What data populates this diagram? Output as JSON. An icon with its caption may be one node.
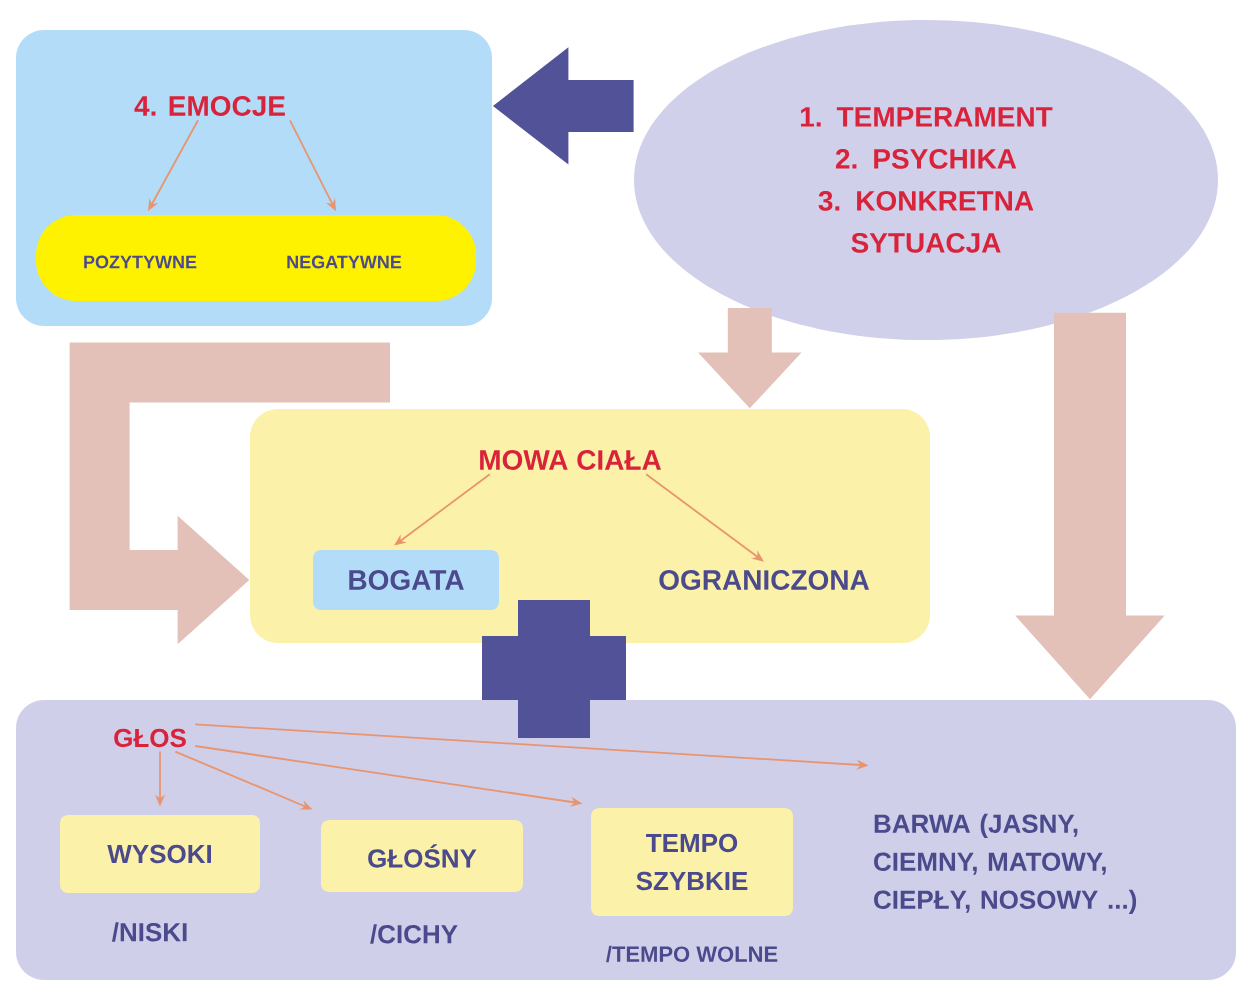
{
  "diagram": {
    "nodes": [
      {
        "text": [],
        "shape": "box"
      },
      {
        "text": [
          "4. EMOCJE"
        ],
        "in": 0
      },
      {
        "text": [],
        "shape": "bar",
        "in": 0
      },
      {
        "text": [
          "POZYTYWNE"
        ],
        "in": 2
      },
      {
        "text": [
          "NEGATYWNE"
        ],
        "in": 2
      },
      {
        "text": [
          "1. TEMPERAMENT",
          "2. PSYCHIKA",
          "3. KONKRETNA SYTUACJA"
        ]
      },
      {
        "text": [],
        "shape": "box"
      },
      {
        "text": [
          "MOWA CIAŁA"
        ],
        "in": 6
      },
      {
        "text": [
          "BOGATA"
        ],
        "in": 6
      },
      {
        "text": [
          "OGRANICZONA"
        ],
        "in": 6
      },
      {
        "text": [],
        "shape": "box"
      },
      {
        "text": [
          "GŁOS"
        ],
        "in": 10
      },
      {
        "text": [
          "WYSOKI"
        ],
        "in": 10,
        "beside": [
          "/NISKI"
        ]
      },
      {
        "text": [
          "GŁOŚNY"
        ],
        "in": 10,
        "beside": [
          "/CICHY"
        ]
      },
      {
        "text": [
          "TEMPO SZYBKIE"
        ],
        "in": 10,
        "beside": [
          "/TEMPO WOLNE"
        ]
      },
      {
        "text": [
          "BARWA (JASNY, CIEMNY, MATOWY, CIEPŁY, NOSOWY ...)"
        ],
        "in": 10
      }
    ],
    "edges": [
      {
        "from": 1,
        "to": 3,
        "arrow": "to"
      },
      {
        "from": 1,
        "to": 4,
        "arrow": "to"
      },
      {
        "from": 5,
        "to": 0,
        "arrow": "to",
        "style": "thick",
        "color": "#525298"
      },
      {
        "from": 5,
        "to": 6,
        "arrow": "to",
        "style": "thick",
        "color": "#e3c1b9"
      },
      {
        "from": 0,
        "to": 6,
        "arrow": "to",
        "style": "thick",
        "color": "#e3c1b9"
      },
      {
        "from": 5,
        "to": 10,
        "arrow": "to",
        "style": "thick",
        "color": "#e3c1b9"
      },
      {
        "from": 7,
        "to": 8,
        "arrow": "to"
      },
      {
        "from": 7,
        "to": 9,
        "arrow": "to"
      },
      {
        "from": 11,
        "to": 12,
        "arrow": "to"
      },
      {
        "from": 11,
        "to": 13,
        "arrow": "to"
      },
      {
        "from": 11,
        "to": 14,
        "arrow": "to"
      },
      {
        "from": 11,
        "to": 15,
        "arrow": "to"
      }
    ]
  }
}
